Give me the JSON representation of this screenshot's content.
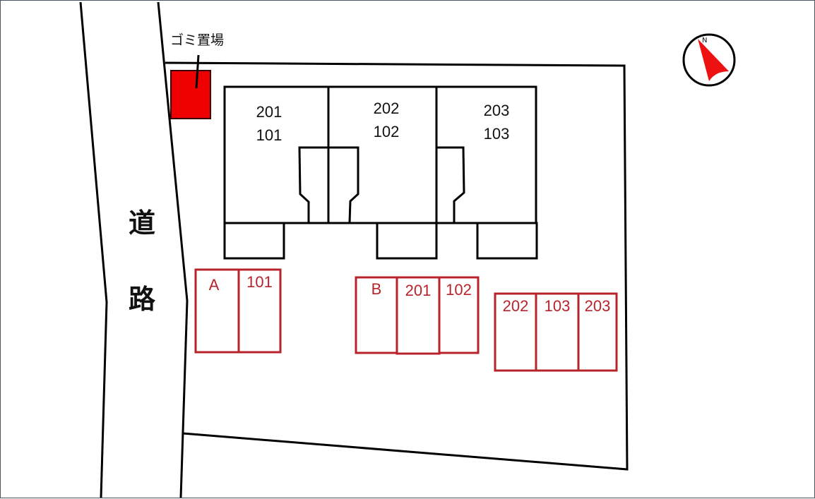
{
  "map": {
    "road_label_line1": "道",
    "road_label_line2": "路",
    "garbage_label": "ゴミ置場",
    "compass": {
      "north_label": "N",
      "arrow_color": "#ee1111"
    },
    "building": {
      "units": [
        {
          "upper": "201",
          "lower": "101"
        },
        {
          "upper": "202",
          "lower": "102"
        },
        {
          "upper": "203",
          "lower": "103"
        }
      ]
    },
    "parking": {
      "color": "#b8232b",
      "group_a": [
        "A",
        "101"
      ],
      "group_b": [
        "B",
        "201",
        "102"
      ],
      "group_c": [
        "202",
        "103",
        "203"
      ]
    },
    "colors": {
      "garbage_fill": "#ee0000",
      "line": "#000000"
    }
  }
}
